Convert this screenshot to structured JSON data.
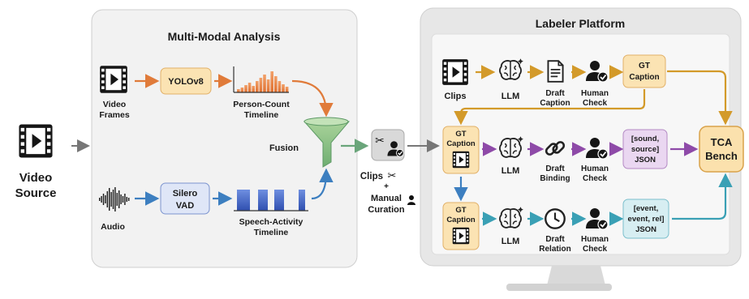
{
  "source": {
    "line1": "Video",
    "line2": "Source"
  },
  "analysis": {
    "title": "Multi-Modal Analysis",
    "video_frames": {
      "line1": "Video",
      "line2": "Frames"
    },
    "yolo": "YOLOv8",
    "person_count": {
      "line1": "Person-Count",
      "line2": "Timeline"
    },
    "fusion": "Fusion",
    "audio": "Audio",
    "vad": {
      "line1": "Silero",
      "line2": "VAD"
    },
    "speech": {
      "line1": "Speech-Activity",
      "line2": "Timeline"
    }
  },
  "curation": {
    "clips": "Clips",
    "plus": "+",
    "manual": "Manual",
    "curation": "Curation"
  },
  "platform": {
    "title": "Labeler Platform",
    "row1": {
      "clips": "Clips",
      "llm": "LLM",
      "draft1": "Draft",
      "draft2": "Caption",
      "human1": "Human",
      "human2": "Check",
      "out1": "GT",
      "out2": "Caption"
    },
    "row2": {
      "in1": "GT",
      "in2": "Caption",
      "llm": "LLM",
      "draft1": "Draft",
      "draft2": "Binding",
      "human1": "Human",
      "human2": "Check",
      "out1": "[sound,",
      "out2": "source]",
      "out3": "JSON"
    },
    "row3": {
      "in1": "GT",
      "in2": "Caption",
      "llm": "LLM",
      "draft1": "Draft",
      "draft2": "Relation",
      "human1": "Human",
      "human2": "Check",
      "out1": "[event,",
      "out2": "event, rel]",
      "out3": "JSON"
    }
  },
  "bench": {
    "line1": "TCA",
    "line2": "Bench"
  },
  "icons": [
    "film-icon",
    "brain-icon",
    "document-icon",
    "link-icon",
    "clock-icon",
    "user-check-icon",
    "scissors-icon",
    "funnel-icon",
    "waveform-icon"
  ],
  "colors": {
    "orange": "#e07b3a",
    "gold": "#d39a2a",
    "purple": "#8e4aa8",
    "blue": "#3d7fc0",
    "teal": "#3aa0b5",
    "green": "#7bb28a",
    "gt_fill": "#fbe3b3",
    "purple_fill": "#ead7f1",
    "teal_fill": "#d7eef2",
    "bench_fill": "#fbe1ad"
  }
}
